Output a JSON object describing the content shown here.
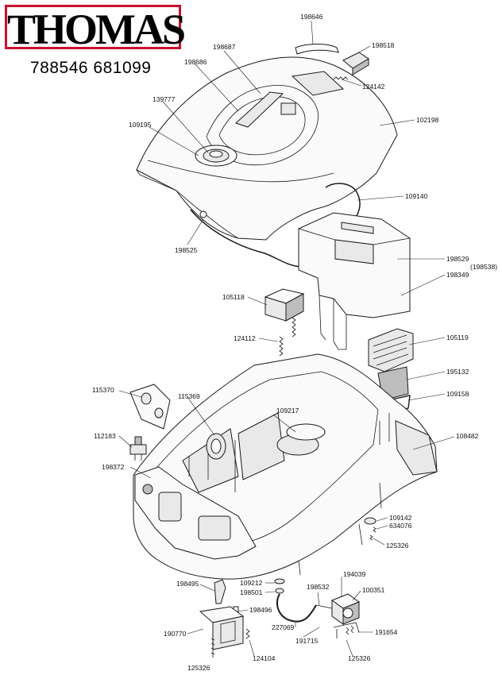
{
  "brand": {
    "name": "THOMAS",
    "accent": "#c8102e"
  },
  "model_numbers": "788546 681099",
  "parts": [
    "198646",
    "198518",
    "198687",
    "198686",
    "124142",
    "139777",
    "109195",
    "102198",
    "109140",
    "198525",
    "198529",
    "(198538)",
    "198349",
    "105118",
    "105119",
    "124112",
    "195132",
    "109158",
    "115370",
    "115369",
    "109217",
    "112183",
    "108482",
    "198372",
    "109142",
    "634076",
    "125326",
    "194039",
    "198495",
    "109212",
    "198501",
    "198532",
    "100351",
    "198496",
    "227069",
    "191654",
    "190770",
    "191715",
    "125326",
    "124104",
    "125326"
  ]
}
